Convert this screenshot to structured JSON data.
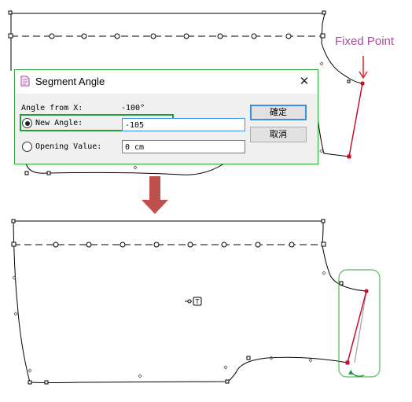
{
  "annotation": {
    "fixed_point_label": "Fixed Point"
  },
  "dialog": {
    "title": "Segment Angle",
    "close_glyph": "✕",
    "angle_from_x_label": "Angle from X:",
    "angle_from_x_value": "-100°",
    "new_angle_label": "New Angle:",
    "new_angle_value": "-105",
    "opening_value_label": "Opening Value:",
    "opening_value_value": "0 cm",
    "ok_label": "確定",
    "cancel_label": "取消",
    "selected_option": "New Angle"
  },
  "icons": {
    "title_icon": "document-icon",
    "close_icon": "close-icon",
    "transition_arrow": "arrow-down-icon",
    "rotation_arrow": "curved-arrow-icon",
    "text_marker": "T"
  },
  "colors": {
    "highlight_green": "#1f9e3a",
    "segment_red": "#c8102e",
    "annotation_purple": "#a64d9b",
    "transition_arrow": "#c0504d"
  }
}
